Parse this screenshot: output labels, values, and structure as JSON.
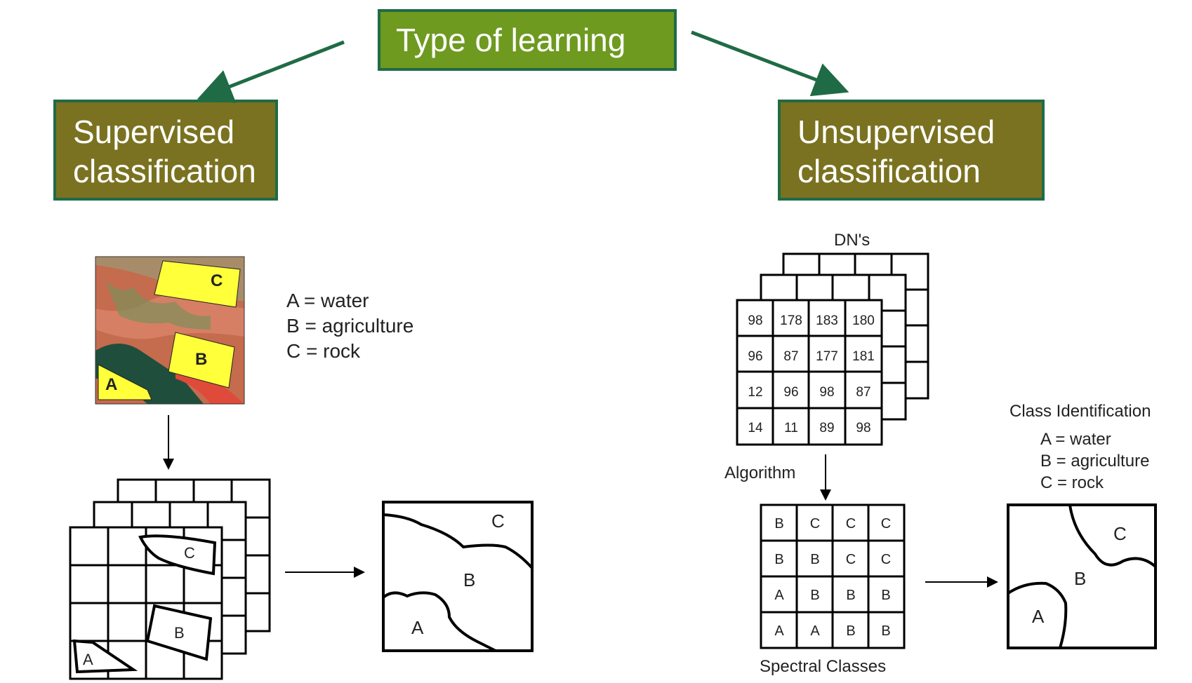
{
  "header": {
    "title": "Type of learning"
  },
  "supervised": {
    "title_line1": "Supervised",
    "title_line2": "classification",
    "legend": [
      "A = water",
      "B = agriculture",
      "C = rock"
    ],
    "image_labels": [
      "C",
      "B",
      "A"
    ],
    "grid_labels": [
      "C",
      "B",
      "A"
    ],
    "map_labels": [
      "C",
      "B",
      "A"
    ]
  },
  "unsupervised": {
    "title_line1": "Unsupervised",
    "title_line2": "classification",
    "dn_label": "DN's",
    "dn_values": [
      [
        "98",
        "178",
        "183",
        "180"
      ],
      [
        "96",
        "87",
        "177",
        "181"
      ],
      [
        "12",
        "96",
        "98",
        "87"
      ],
      [
        "14",
        "11",
        "89",
        "98"
      ]
    ],
    "algorithm_label": "Algorithm",
    "spectral_values": [
      [
        "B",
        "C",
        "C",
        "C"
      ],
      [
        "B",
        "B",
        "C",
        "C"
      ],
      [
        "A",
        "B",
        "B",
        "B"
      ],
      [
        "A",
        "A",
        "B",
        "B"
      ]
    ],
    "spectral_label": "Spectral Classes",
    "class_id_title": "Class Identification",
    "class_id_legend": [
      "A = water",
      "B = agriculture",
      "C = rock"
    ],
    "map_labels": [
      "C",
      "B",
      "A"
    ]
  },
  "colors": {
    "arrow": "#1f6b46",
    "top_box": "#6e9a20",
    "side_box": "#7a7220",
    "box_border": "#1f6b46"
  }
}
